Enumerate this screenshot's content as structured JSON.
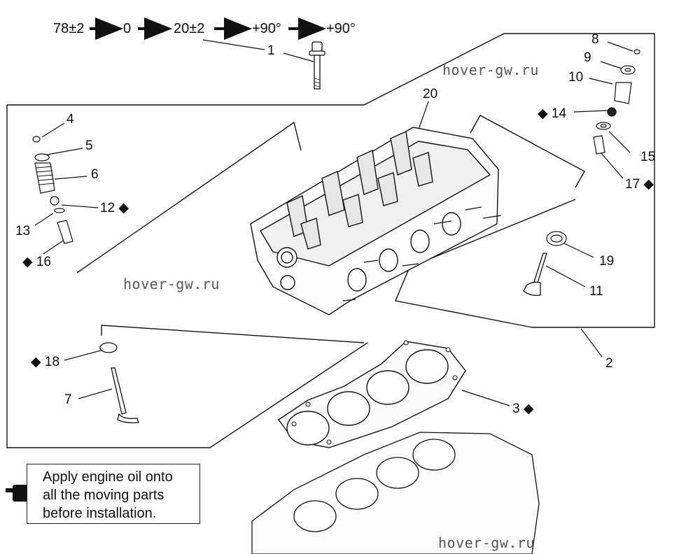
{
  "torque_sequence": [
    "78±2",
    "0",
    "20±2",
    "+90°",
    "+90°"
  ],
  "callouts": {
    "c1": "1",
    "c2": "2",
    "c3": "3",
    "c4": "4",
    "c5": "5",
    "c6": "6",
    "c7": "7",
    "c8": "8",
    "c9": "9",
    "c10": "10",
    "c11": "11",
    "c12": "12",
    "c13": "13",
    "c14": "14",
    "c15": "15",
    "c16": "16",
    "c17": "17",
    "c18": "18",
    "c19": "19",
    "c20": "20"
  },
  "diamond_symbol": "◆",
  "watermarks": [
    "hover-gw.ru",
    "hover-gw.ru",
    "hover-gw.ru"
  ],
  "note": {
    "line1": "Apply engine oil onto",
    "line2": "all the moving parts",
    "line3": "before installation."
  }
}
